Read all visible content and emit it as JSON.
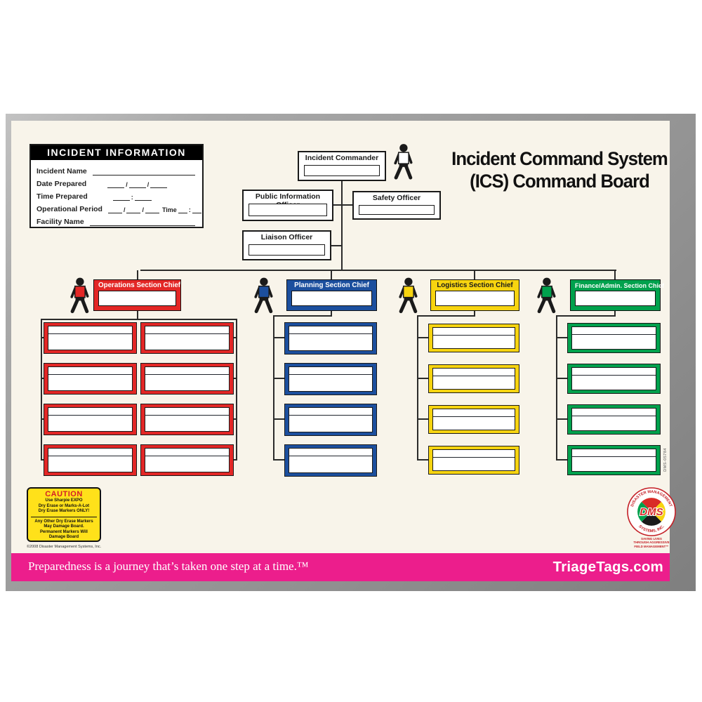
{
  "board": {
    "title_line1": "Incident Command System",
    "title_line2": "(ICS) Command Board",
    "part_number": "DMS-05784",
    "copyright": "©2008 Disaster Management Systems, Inc."
  },
  "incident_info": {
    "header": "INCIDENT INFORMATION",
    "rows": [
      {
        "label": "Incident Name"
      },
      {
        "label": "Date Prepared"
      },
      {
        "label": "Time Prepared"
      },
      {
        "label": "Operational Period",
        "time_label": "Time"
      },
      {
        "label": "Facility Name"
      }
    ]
  },
  "command_boxes": {
    "incident_commander": "Incident Commander",
    "public_information_officer": "Public Information Officer",
    "safety_officer": "Safety Officer",
    "liaison_officer": "Liaison Officer"
  },
  "sections": [
    {
      "label": "Operations Section Chief",
      "color": "#e32726",
      "text_color": "#ffffff",
      "sub_boxes": 8
    },
    {
      "label": "Planning Section Chief",
      "color": "#1c4f9e",
      "text_color": "#ffffff",
      "sub_boxes": 4
    },
    {
      "label": "Logistics Section Chief",
      "color": "#f7d410",
      "text_color": "#1a1a1a",
      "sub_boxes": 4
    },
    {
      "label": "Finance/Admin. Section Chief",
      "color": "#00a14d",
      "text_color": "#ffffff",
      "sub_boxes": 4
    }
  ],
  "caution": {
    "title": "CAUTION",
    "lines_top": [
      "Use Sharpie EXPO",
      "Dry Erase or Marks-A-Lot",
      "Dry Erase Markers ONLY!"
    ],
    "lines_bottom": [
      "Any Other Dry Erase Markers",
      "May Damage Board.",
      "Permanent Markers Will",
      "Damage Board"
    ]
  },
  "logo": {
    "acronym": "DMS",
    "arc_top": "DISASTER MANAGEMENT",
    "arc_bottom": "SYSTEMS, INC.",
    "tagline": [
      "SAVING LIVES",
      "THROUGH AGGRESSIVE",
      "FIELD MANAGEMENT™"
    ]
  },
  "footer": {
    "tagline": "Preparedness is a journey that’s taken one step at a time.™",
    "website": "TriageTags.com",
    "bar_color": "#ec1e8c"
  }
}
